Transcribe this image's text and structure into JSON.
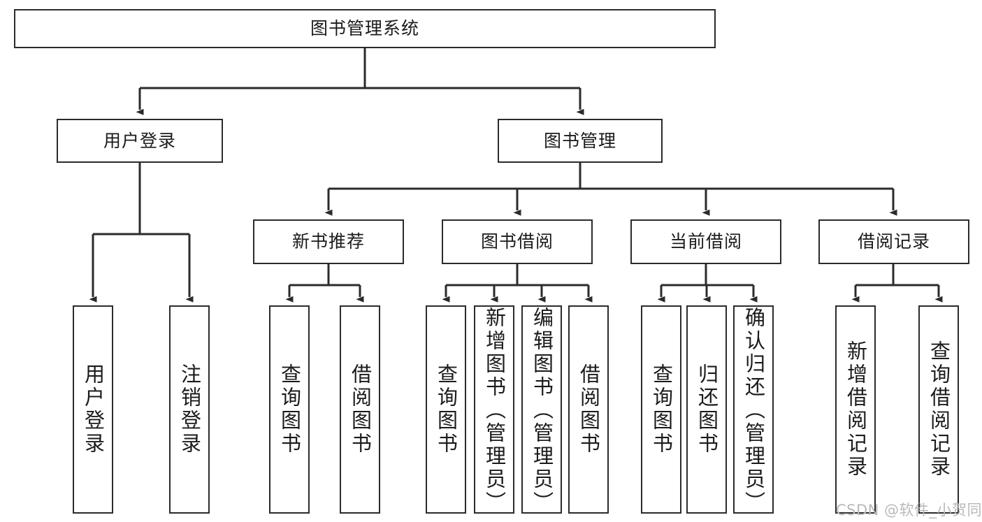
{
  "diagram": {
    "title": "图书管理系统",
    "background_color": "#ffffff",
    "line_color": "#2b2b2b",
    "text_color": "#1b1b1b",
    "watermark": {
      "text": "CSDN @软件_小贺同学",
      "color": "#b9b9b9"
    }
  },
  "nodes": {
    "root": {
      "label": "图书管理系统"
    },
    "level1": [
      {
        "id": "user-login",
        "label": "用户登录"
      },
      {
        "id": "book-manage",
        "label": "图书管理"
      }
    ],
    "level2": [
      {
        "id": "new-book-recommend",
        "label": "新书推荐"
      },
      {
        "id": "book-borrow",
        "label": "图书借阅"
      },
      {
        "id": "current-borrow",
        "label": "当前借阅"
      },
      {
        "id": "borrow-record",
        "label": "借阅记录"
      }
    ],
    "leaves": {
      "user_login": [
        {
          "id": "leaf-user-login",
          "label": "用户登录"
        },
        {
          "id": "leaf-logout-login",
          "label": "注销登录"
        }
      ],
      "new_book_recommend": [
        {
          "id": "leaf-query-book-1",
          "label": "查询图书"
        },
        {
          "id": "leaf-borrow-book-1",
          "label": "借阅图书"
        }
      ],
      "book_borrow": [
        {
          "id": "leaf-query-book-2",
          "label": "查询图书"
        },
        {
          "id": "leaf-add-book",
          "label": "新增图书（管理员）"
        },
        {
          "id": "leaf-edit-book",
          "label": "编辑图书（管理员）"
        },
        {
          "id": "leaf-borrow-book-2",
          "label": "借阅图书"
        }
      ],
      "current_borrow": [
        {
          "id": "leaf-query-book-3",
          "label": "查询图书"
        },
        {
          "id": "leaf-return-book",
          "label": "归还图书"
        },
        {
          "id": "leaf-confirm-return",
          "label": "确认归还（管理员）"
        }
      ],
      "borrow_record": [
        {
          "id": "leaf-add-record",
          "label": "新增借阅记录"
        },
        {
          "id": "leaf-query-record",
          "label": "查询借阅记录"
        }
      ]
    }
  }
}
